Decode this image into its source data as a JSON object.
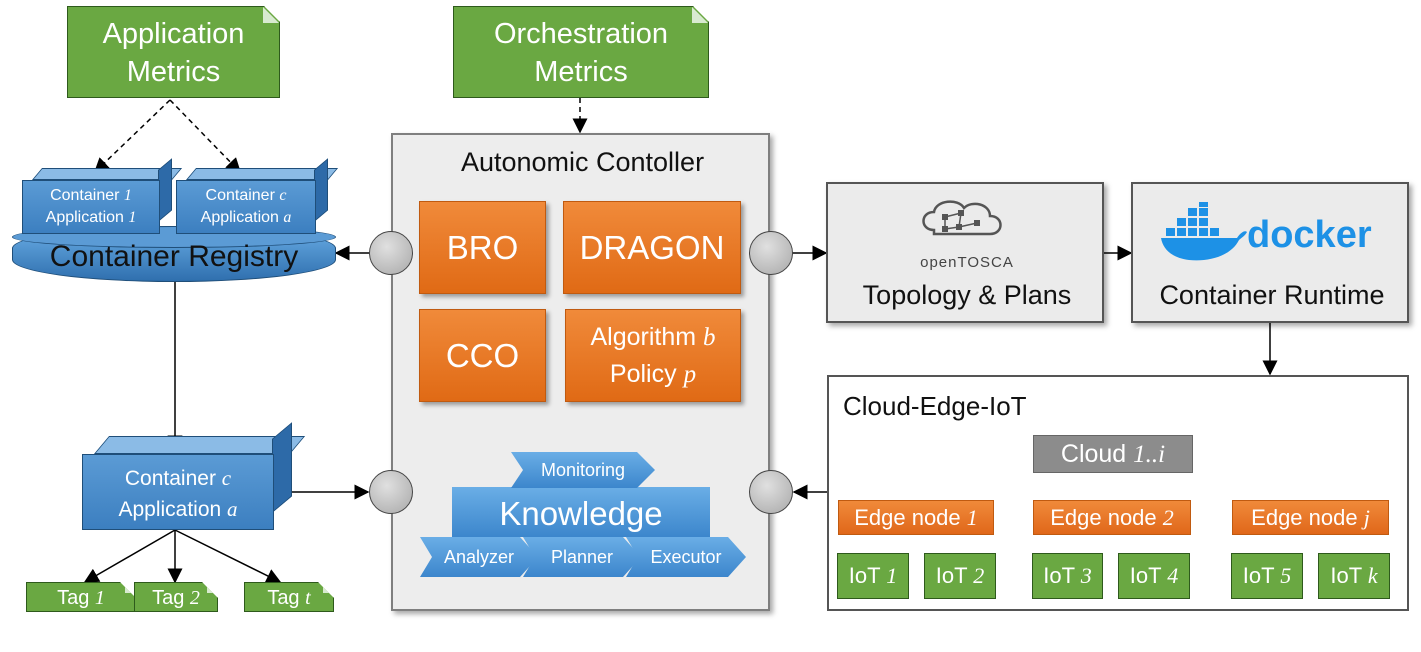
{
  "app_metrics": {
    "line1": "Application",
    "line2": "Metrics"
  },
  "orch_metrics": {
    "line1": "Orchestration",
    "line2": "Metrics"
  },
  "registry": {
    "label": "Container Registry",
    "container1": {
      "line1_text": "Container ",
      "line1_var": "1",
      "line2_text": "Application ",
      "line2_var": "1"
    },
    "container2": {
      "line1_text": "Container ",
      "line1_var": "c",
      "line2_text": "Application ",
      "line2_var": "a"
    }
  },
  "deployed_container": {
    "line1_text": "Container ",
    "line1_var": "c",
    "line2_text": "Application ",
    "line2_var": "a"
  },
  "tags": [
    {
      "text": "Tag ",
      "var": "1"
    },
    {
      "text": "Tag ",
      "var": "2"
    },
    {
      "text": "Tag ",
      "var": "t"
    }
  ],
  "controller": {
    "title": "Autonomic Contoller",
    "bro": "BRO",
    "dragon": "DRAGON",
    "cco": "CCO",
    "algo_text": "Algorithm ",
    "algo_var": "b",
    "policy_text": "Policy ",
    "policy_var": "p",
    "monitoring": "Monitoring",
    "knowledge": "Knowledge",
    "analyzer": "Analyzer",
    "planner": "Planner",
    "executor": "Executor"
  },
  "topology": {
    "logo_text": "openTOSCA",
    "label": "Topology & Plans"
  },
  "runtime": {
    "logo_text": "docker",
    "label": "Container Runtime"
  },
  "cloud_edge_iot": {
    "title": "Cloud-Edge-IoT",
    "cloud": {
      "text": "Cloud ",
      "var": "1..i"
    },
    "edges": [
      {
        "text": "Edge node ",
        "var": "1"
      },
      {
        "text": "Edge node ",
        "var": "2"
      },
      {
        "text": "Edge node ",
        "var": "j"
      }
    ],
    "iots": [
      {
        "text": "IoT ",
        "var": "1"
      },
      {
        "text": "IoT ",
        "var": "2"
      },
      {
        "text": "IoT ",
        "var": "3"
      },
      {
        "text": "IoT ",
        "var": "4"
      },
      {
        "text": "IoT ",
        "var": "5"
      },
      {
        "text": "IoT ",
        "var": "k"
      }
    ]
  },
  "colors": {
    "green": "#6aa842",
    "orange": "#e8711f",
    "blue": "#4a8ccb",
    "gray": "#8c8c8c"
  }
}
